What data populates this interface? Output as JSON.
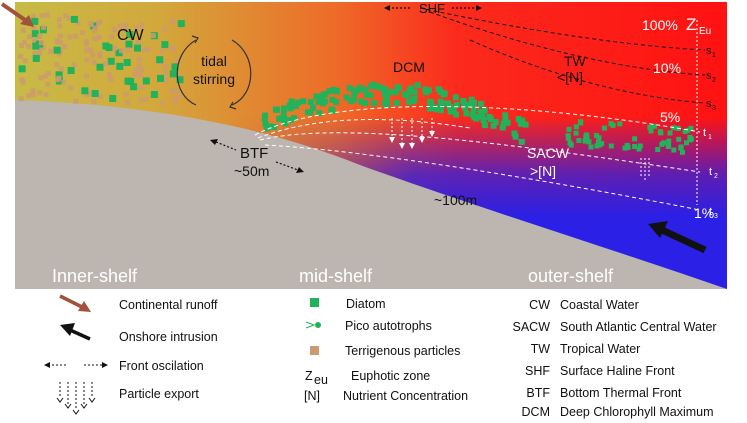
{
  "diagram": {
    "labels": {
      "shf": "SHF",
      "cw": "CW",
      "tidal_stirring_1": "tidal",
      "tidal_stirring_2": "stirring",
      "dcm": "DCM",
      "tw": "TW",
      "tw_nutrient": "<[N]",
      "btf": "BTF",
      "btf_depth": "~50m",
      "sacw": "SACW",
      "sacw_nutrient": ">[N]",
      "depth_100": "~100m",
      "zeu_100": "100%",
      "zeu_symbol": "Z",
      "zeu_sub": "Eu",
      "zeu_10": "10%",
      "zeu_5": "5%",
      "zeu_1": "1%",
      "s1": "s",
      "s1_sub": "1",
      "s2": "s",
      "s2_sub": "2",
      "s3": "s",
      "s3_sub": "3",
      "t1": "t",
      "t1_sub": "1",
      "t2": "t",
      "t2_sub": "2",
      "t3": "t",
      "t3_sub": "3"
    },
    "zones": {
      "inner": "Inner-shelf",
      "mid": "mid-shelf",
      "outer": "outer-shelf"
    },
    "colors": {
      "coastal": "#c9b844",
      "tropical": "#ff1a1a",
      "sacw": "#2a1ee0",
      "shelf": "#bcb5b0",
      "diatom": "#22b25a",
      "terrigenous": "#cd9a6e",
      "runoff_arrow": "#a0523a"
    }
  },
  "legend": {
    "left": [
      {
        "icon": "continental-runoff-arrow-icon",
        "label": "Continental runoff"
      },
      {
        "icon": "onshore-intrusion-arrow-icon",
        "label": "Onshore intrusion"
      },
      {
        "icon": "front-oscillation-icon",
        "label": "Front oscilation"
      },
      {
        "icon": "particle-export-icon",
        "label": "Particle export"
      }
    ],
    "middle": [
      {
        "icon": "diatom-square-icon",
        "label": "Diatom"
      },
      {
        "icon": "pico-autotroph-icon",
        "label": "Pico autotrophs"
      },
      {
        "icon": "terrigenous-square-icon",
        "label": "Terrigenous particles"
      },
      {
        "symbol": "Z",
        "symbol_sub": "eu",
        "label": "Euphotic zone"
      },
      {
        "symbol": "[N]",
        "label": "Nutrient Concentration"
      }
    ],
    "right": [
      {
        "abbr": "CW",
        "label": "Coastal Water"
      },
      {
        "abbr": "SACW",
        "label": "South Atlantic Central Water"
      },
      {
        "abbr": "TW",
        "label": "Tropical Water"
      },
      {
        "abbr": "SHF",
        "label": "Surface Haline Front"
      },
      {
        "abbr": "BTF",
        "label": "Bottom Thermal Front"
      },
      {
        "abbr": "DCM",
        "label": "Deep Chlorophyll Maximum"
      }
    ]
  }
}
